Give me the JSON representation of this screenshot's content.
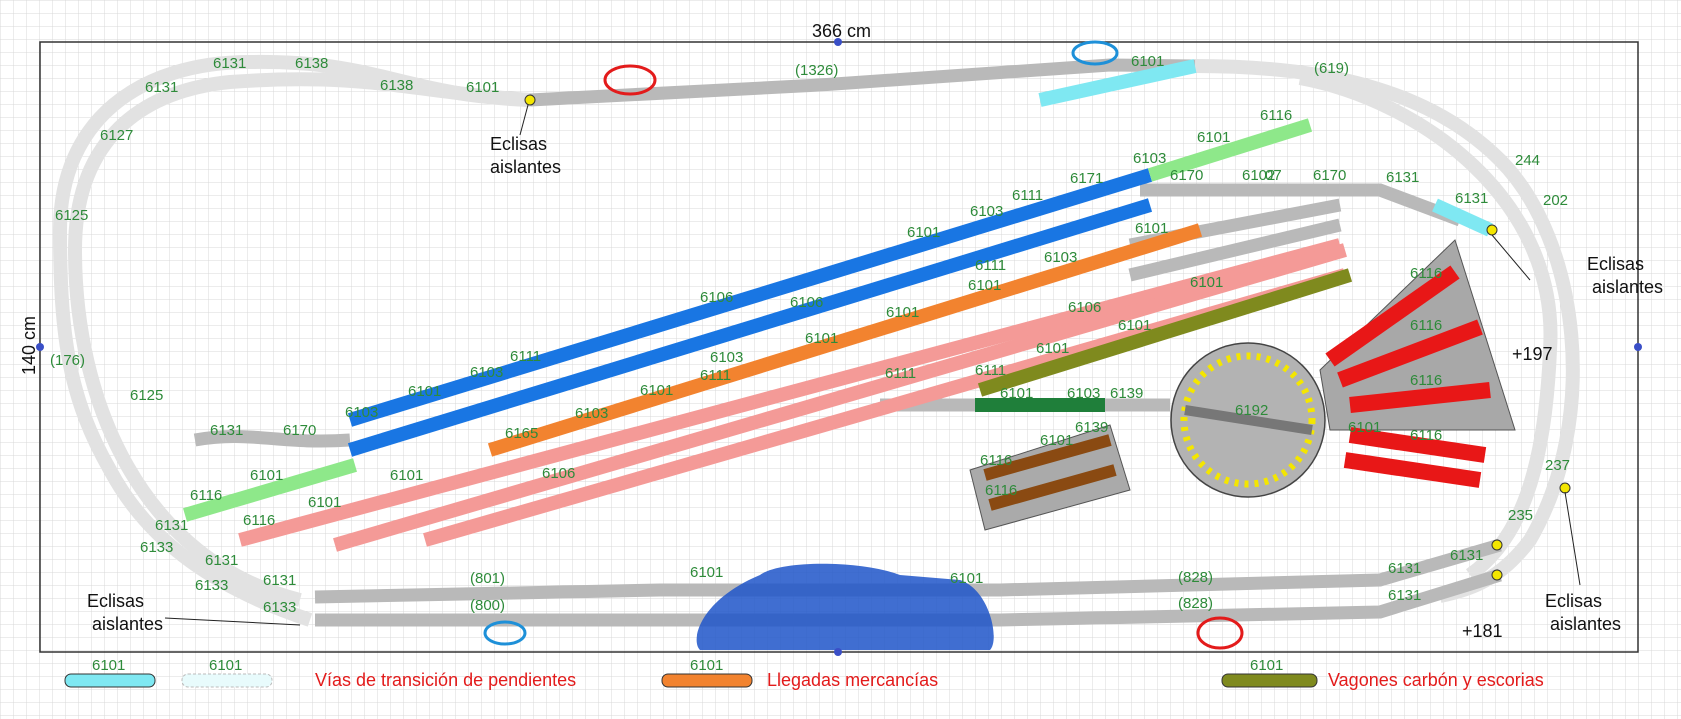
{
  "dimensions": {
    "width_label": "366 cm",
    "height_label": "140 cm"
  },
  "isolating_joiner_label": "Eclisas aislantes",
  "height_marks": [
    "+197",
    "+181"
  ],
  "legend": [
    {
      "code": "6101",
      "text": "",
      "color": "#7fe8f2"
    },
    {
      "code": "6101",
      "text": "Vías de transición de pendientes",
      "color": "#e8fbfc"
    },
    {
      "code": "6101",
      "text": "Llegadas mercancías",
      "color": "#f2832f"
    },
    {
      "code": "6101",
      "text": "Vagones carbón y escorias",
      "color": "#7f8a1e"
    }
  ],
  "track_colors": {
    "grey": "#b9b9b9",
    "transition": "#e6e6e6",
    "blue": "#1976e3",
    "green": "#8ee88a",
    "orange": "#f2832f",
    "pink": "#f49a97",
    "olive": "#7f8a1e",
    "red": "#e81717",
    "brown": "#8a4a12",
    "darkgreen": "#1f7f3a",
    "cyan": "#7fe8f2",
    "water": "#1f55c9"
  },
  "piece_labels": {
    "top_long": "(1326)",
    "top_right": "(619)",
    "bottom_straight_a": "(801)",
    "bottom_straight_b": "(800)",
    "bottom_right_a": "(828)",
    "bottom_right_b": "(828)",
    "left_mid": "(176)",
    "p6101": "6101",
    "p6103": "6103",
    "p6106": "6106",
    "p6111": "6111",
    "p6116": "6116",
    "p6125": "6125",
    "p6127": "6127",
    "p6131": "6131",
    "p6133": "6133",
    "p6138": "6138",
    "p6139": "6139",
    "p6165": "6165",
    "p6170": "6170",
    "p6171": "6171",
    "p6192": "6192",
    "p244": "244",
    "p202": "202",
    "p235": "235",
    "p237": "237",
    "p6102": "6102",
    "p07": "07"
  },
  "marker_colors": {
    "red": "#e31b1b",
    "blue": "#1e90d8"
  }
}
